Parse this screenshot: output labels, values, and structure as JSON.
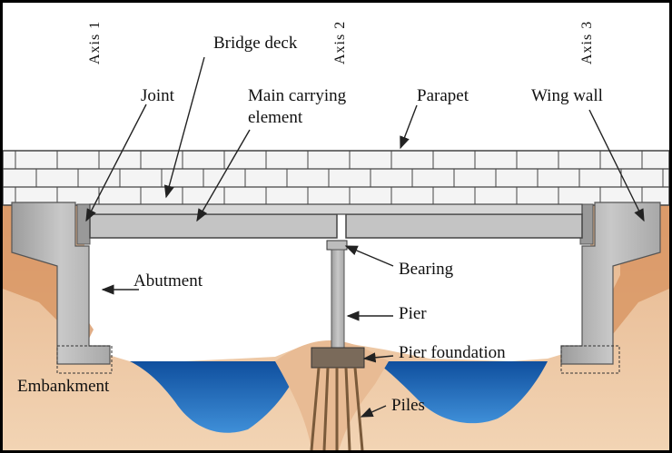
{
  "axes": {
    "axis1": "Axis 1",
    "axis2": "Axis 2",
    "axis3": "Axis 3"
  },
  "labels": {
    "bridge_deck": "Bridge deck",
    "joint": "Joint",
    "main_carrying_line1": "Main carrying",
    "main_carrying_line2": "element",
    "parapet": "Parapet",
    "wing_wall": "Wing wall",
    "abutment": "Abutment",
    "bearing": "Bearing",
    "pier": "Pier",
    "pier_foundation": "Pier foundation",
    "embankment": "Embankment",
    "piles": "Piles"
  },
  "colors": {
    "ground": "#dfa77c",
    "ground_dark": "#cf9464",
    "water": "#1a64b4",
    "concrete": "#b9b9b9",
    "concrete_dark": "#8a8a8a",
    "parapet": "#f4f4f4",
    "line": "#222222"
  }
}
